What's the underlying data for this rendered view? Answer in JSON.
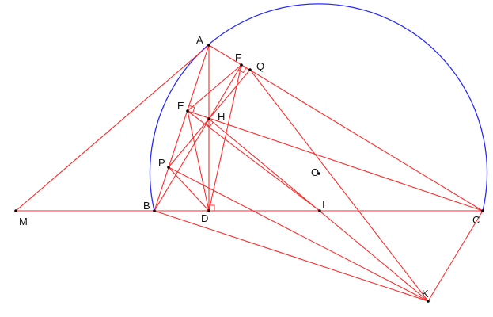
{
  "diagram": {
    "colors": {
      "lines": "#ff2a2a",
      "circle": "#2a2aff",
      "points": "#000000"
    },
    "points": {
      "A": "A",
      "F": "F",
      "Q": "Q",
      "E": "E",
      "H": "H",
      "P": "P",
      "O": "O",
      "B": "B",
      "D": "D",
      "I": "I",
      "C": "C",
      "M": "M",
      "K": "K"
    }
  }
}
